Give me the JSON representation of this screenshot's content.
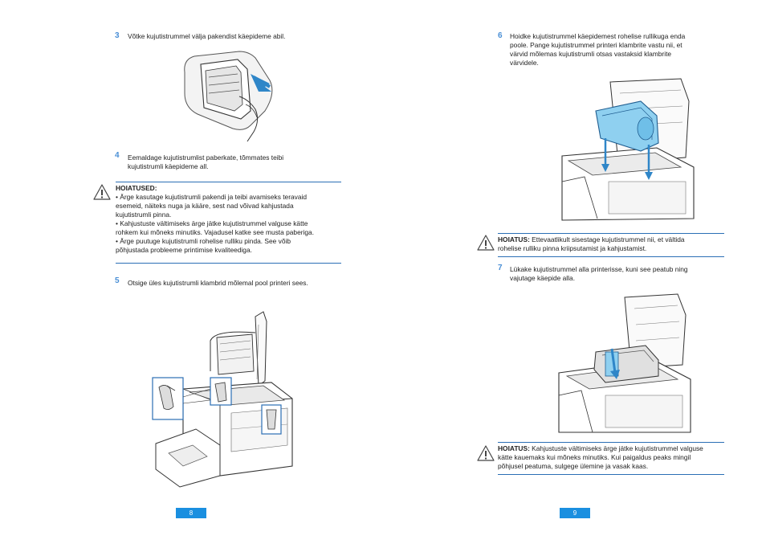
{
  "left_page": {
    "step3": {
      "number": "3",
      "text": "Võtke kujutistrummel välja pakendist käepideme abil."
    },
    "step4": {
      "number": "4",
      "line1": "Eemaldage kujutistrumlist paberkate, tõmmates teibi",
      "line2": "kujutistrumli käepideme all."
    },
    "caution": {
      "title": "HOIATUSED:",
      "lines": [
        "• Ärge kasutage kujutistrumli pakendi ja teibi avamiseks teravaid",
        "esemeid, näiteks nuga ja kääre, sest nad võivad kahjustada",
        "kujutistrumli pinna.",
        "• Kahjustuste vältimiseks ärge jätke kujutistrummel valguse kätte",
        "rohkem kui mõneks minutiks. Vajadusel katke see musta paberiga.",
        "• Ärge puutuge kujutistrumli rohelise rulliku pinda. See võib",
        "põhjustada probleeme printimise kvaliteediga."
      ]
    },
    "step5": {
      "number": "5",
      "text": "Otsige üles kujutistrumli klambrid mõlemal pool printeri sees."
    },
    "page_number": "8"
  },
  "right_page": {
    "step6": {
      "number": "6",
      "lines": [
        "Hoidke kujutistrummel käepidemest rohelise rullikuga enda",
        "poole. Pange kujutistrummel printeri klambrite vastu nii, et",
        "värvid mõlemas kujutistrumli otsas vastaksid klambrite",
        "värvidele."
      ]
    },
    "caution1": {
      "title": "HOIATUS:",
      "line1": " Ettevaatlikult sisestage kujutistrummel nii, et vältida",
      "line2": "rohelise rulliku pinna kriipsutamist ja kahjustamist."
    },
    "step7": {
      "number": "7",
      "line1": "Lükake kujutistrummel alla printerisse, kuni see peatub ning",
      "line2": "vajutage käepide alla."
    },
    "caution2": {
      "title": "HOIATUS:",
      "line1": " Kahjustuste vältimiseks ärge jätke kujutistrummel valguse",
      "line2": "kätte kauemaks kui mõneks minutiks. Kui paigaldus peaks mingil",
      "line3": "põhjusel peatuma, sulgege ülemine ja vasak kaas."
    },
    "page_number": "9"
  },
  "colors": {
    "accent": "#2b6fb5",
    "step_number": "#4a8fd6",
    "page_badge": "#1a8fe0",
    "drum_highlight": "#8fd0f0"
  },
  "icons": [
    "warning-triangle-icon"
  ]
}
